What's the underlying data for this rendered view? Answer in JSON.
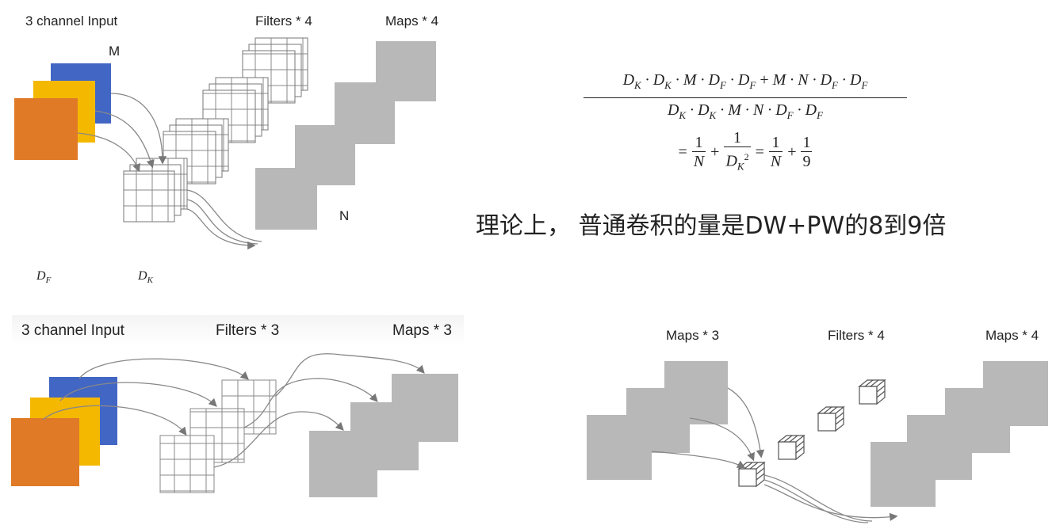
{
  "diagram_top": {
    "input_label": "3 channel Input",
    "filters_label": "Filters * 4",
    "maps_label": "Maps * 4",
    "m_label": "M",
    "n_label": "N",
    "df_label": "D",
    "df_sub": "F",
    "dk_label": "D",
    "dk_sub": "K"
  },
  "formula": {
    "numerator": "D_K · D_K · M · D_F · D_F + M · N · D_F · D_F",
    "denominator": "D_K · D_K · M · N · D_F · D_F",
    "eq_sign": "=",
    "one": "1",
    "n": "N",
    "dk": "D",
    "dk_sub": "K",
    "sq": "2",
    "nine": "9",
    "plus": "+"
  },
  "caption": "理论上， 普通卷积的量是DW+PW的8到9倍",
  "diagram_bottom_left": {
    "input_label": "3 channel Input",
    "filters_label": "Filters * 3",
    "maps_label": "Maps * 3"
  },
  "diagram_bottom_right": {
    "maps_in_label": "Maps * 3",
    "filters_label": "Filters * 4",
    "maps_out_label": "Maps * 4"
  },
  "colors": {
    "blue": "#4266c4",
    "yellow": "#f4b800",
    "orange": "#e07a26",
    "gray_map": "#b8b8b8",
    "grid_line": "#888888"
  }
}
